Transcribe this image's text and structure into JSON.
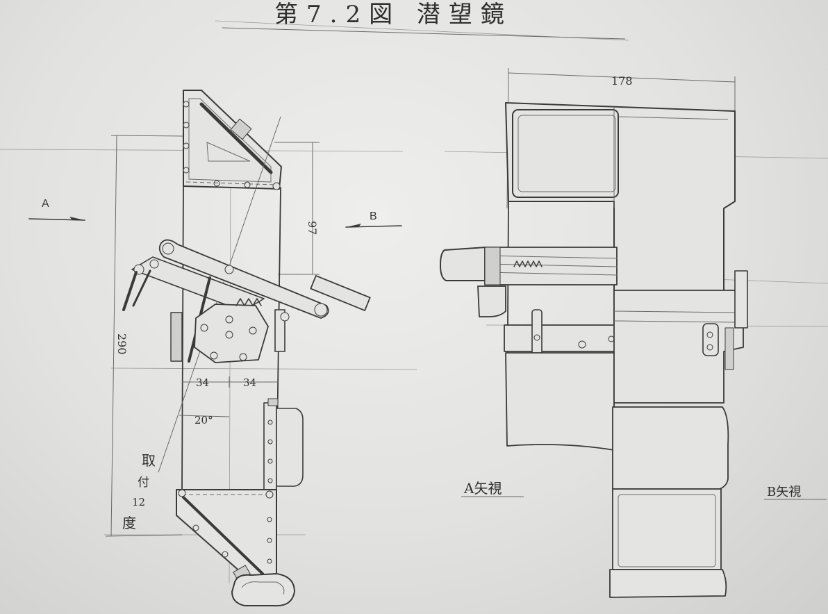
{
  "title": "第7.2図 潜望鏡",
  "side_view": {
    "arrow_a_label": "A",
    "arrow_b_label": "B",
    "dim_overall_height": "290",
    "dim_upper_height": "97",
    "dim_half_width_left": "34",
    "dim_half_width_right": "34",
    "angle_label": "20°",
    "mount_angle_text": [
      "取",
      "付",
      "12",
      "度"
    ]
  },
  "view_a": {
    "dim_width": "178",
    "caption": "A矢視"
  },
  "view_b": {
    "caption": "B矢視"
  }
}
